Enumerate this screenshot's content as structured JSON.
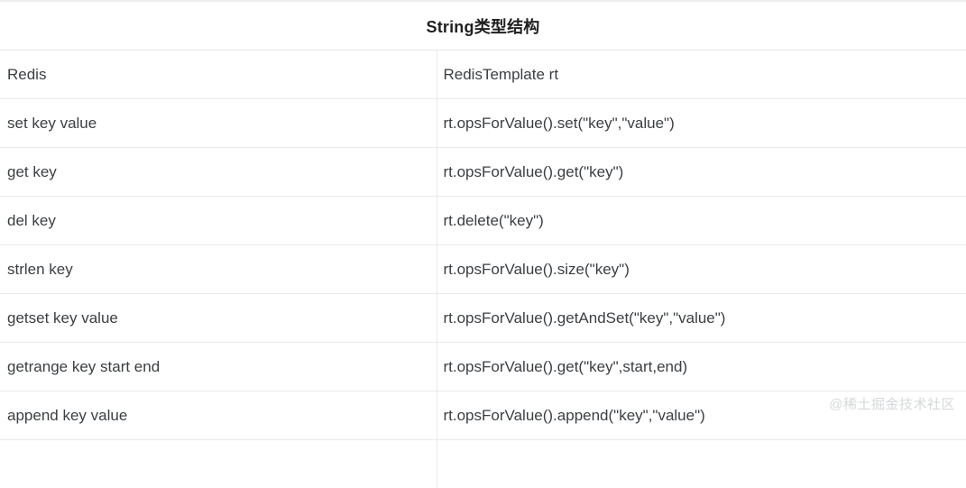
{
  "title": "String类型结构",
  "table": {
    "headers": [
      "Redis",
      "RedisTemplate rt"
    ],
    "rows": [
      {
        "redis": "set key value",
        "template": "rt.opsForValue().set(\"key\",\"value\")"
      },
      {
        "redis": "get key",
        "template": "rt.opsForValue().get(\"key\")"
      },
      {
        "redis": "del key",
        "template": "rt.delete(\"key\")"
      },
      {
        "redis": "strlen key",
        "template": "rt.opsForValue().size(\"key\")"
      },
      {
        "redis": "getset key value",
        "template": "rt.opsForValue().getAndSet(\"key\",\"value\")"
      },
      {
        "redis": "getrange key start end",
        "template": "rt.opsForValue().get(\"key\",start,end)"
      },
      {
        "redis": "append key value",
        "template": "rt.opsForValue().append(\"key\",\"value\")"
      }
    ]
  },
  "watermark": "@稀土掘金技术社区",
  "colors": {
    "text": "#3b3f42",
    "title_text": "#1f1f1f",
    "border": "#e8eaec",
    "watermark": "#d6d8da",
    "background": "#ffffff"
  }
}
